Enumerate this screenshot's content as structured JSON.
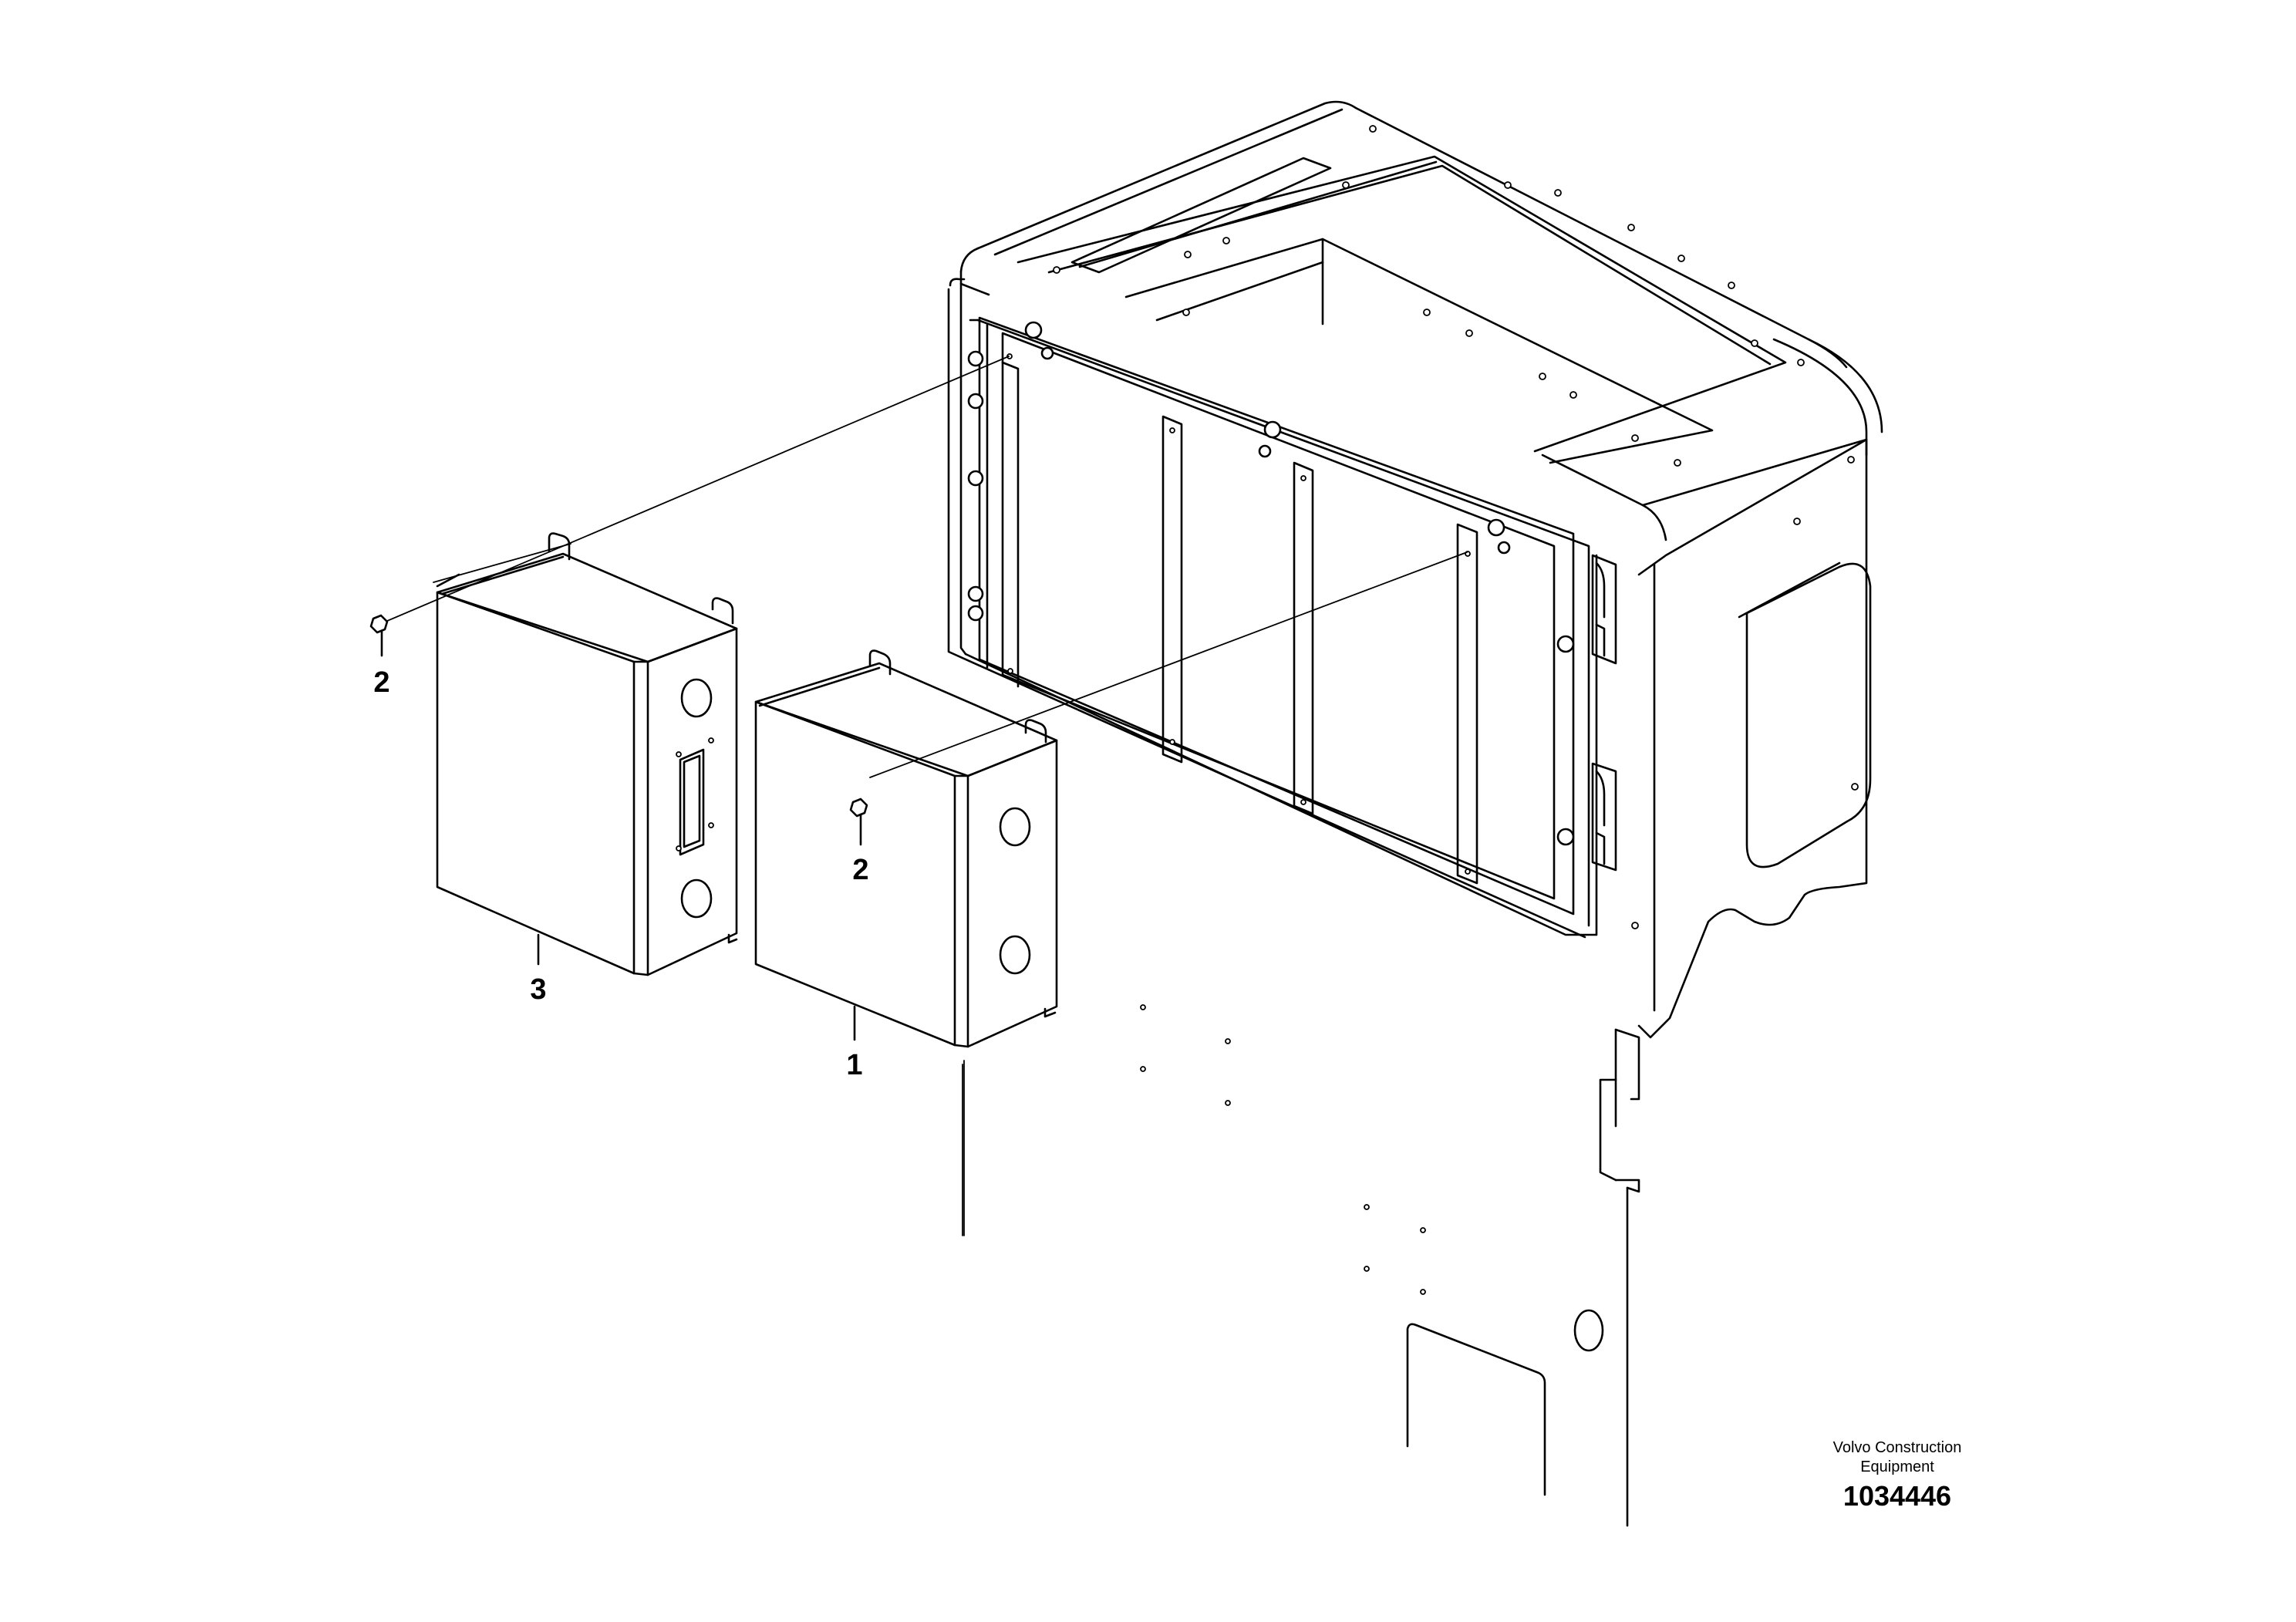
{
  "callouts": {
    "part_1": "1",
    "part_2_left": "2",
    "part_2_right": "2",
    "part_3": "3"
  },
  "footer": {
    "manufacturer_line1": "Volvo Construction",
    "manufacturer_line2": "Equipment",
    "drawing_number": "1034446"
  }
}
